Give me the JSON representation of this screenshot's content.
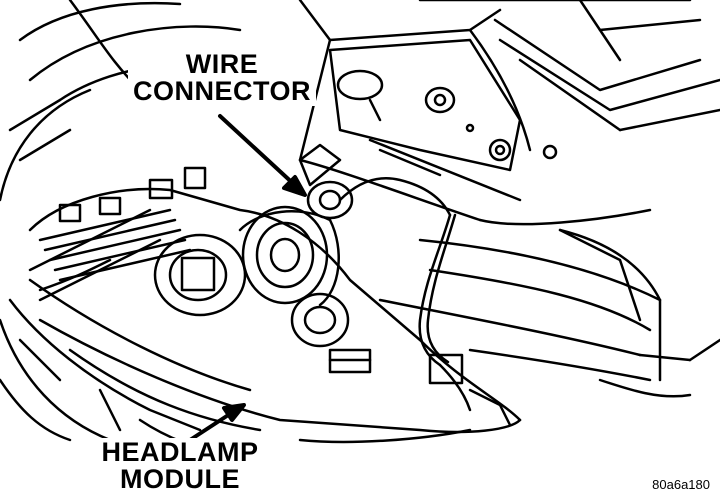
{
  "callouts": {
    "wire_connector": {
      "line1": "WIRE",
      "line2": "CONNECTOR"
    },
    "headlamp_module": {
      "line1": "HEADLAMP",
      "line2": "MODULE"
    }
  },
  "figure_code": "80a6a180"
}
